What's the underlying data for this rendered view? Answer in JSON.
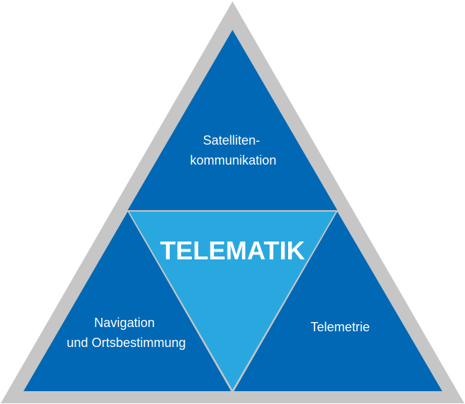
{
  "diagram": {
    "center": {
      "label": "TELEMATIK"
    },
    "segments": {
      "top": {
        "line1": "Satelliten-",
        "line2": "kommunikation"
      },
      "left": {
        "line1": "Navigation",
        "line2": "und Ortsbestimmung"
      },
      "right": {
        "line1": "Telemetrie"
      }
    }
  },
  "colors": {
    "outer_border": "#c6c6c6",
    "segment_blue": "#0068b4",
    "center_blue": "#29a8e0",
    "text": "#ffffff"
  }
}
